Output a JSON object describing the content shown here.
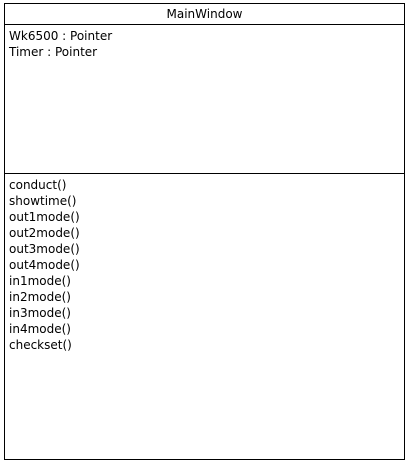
{
  "class": {
    "name": "MainWindow",
    "attributes": [
      "Wk6500 : Pointer",
      "Timer : Pointer"
    ],
    "operations": [
      "conduct()",
      "showtime()",
      "out1mode()",
      "out2mode()",
      "out3mode()",
      "out4mode()",
      "in1mode()",
      "in2mode()",
      "in3mode()",
      "in4mode()",
      "checkset()"
    ]
  }
}
